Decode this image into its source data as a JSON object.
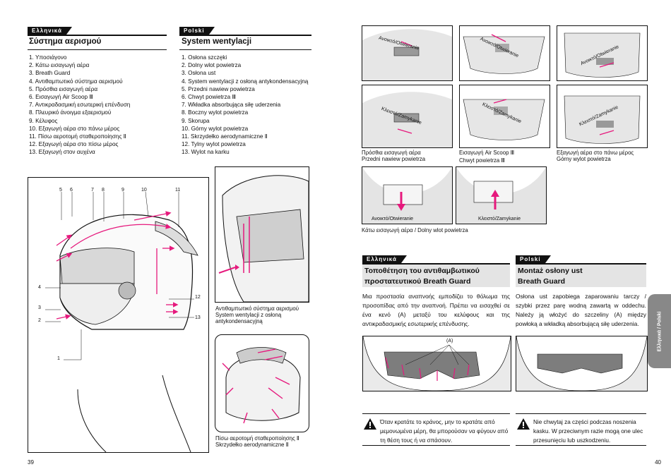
{
  "left": {
    "greek": {
      "tag": "Ελληνικά",
      "title": "Σύστημα αερισμού",
      "items": [
        "1. Υποσιάγονο",
        "2. Κάτω εισαγωγή αέρα",
        "3. Breath Guard",
        "4. Αντιθαμπωτικό σύστημα αερισμού",
        "5. Πρόσθια εισαγωγή αέρα",
        "6. Εισαγωγή Air Scoop Ⅲ",
        "7. Αντικραδασμική εσωτερική επένδυση",
        "8. Πλευρικό άνοιγμα εξαερισμού",
        "9. Κέλυφος",
        "10. Εξαγωγή αέρα στο πάνω μέρος",
        "11. Πίσω αεροτομή σταθεροποίησης Ⅱ",
        "12. Εξαγωγή αέρα στο πίσω μέρος",
        "13. Εξαγωγή στον αυχένα"
      ]
    },
    "polish": {
      "tag": "Polski",
      "title": "System wentylacji",
      "items": [
        "1. Osłona szczęki",
        "2. Dolny wlot powietrza",
        "3. Osłona ust",
        "4. System wentylacji z osłoną antykondensacyjną",
        "5. Przedni nawiew powietrza",
        "6. Chwyt powietrza Ⅲ",
        "7. Wkładka absorbująca siłę uderzenia",
        "8. Boczny wylot powietrza",
        "9. Skorupa",
        "10. Górny wylot powietrza",
        "11. Skrzydełko aerodynamiczne Ⅱ",
        "12. Tylny wylot powietrza",
        "13. Wylot na karku"
      ]
    },
    "diagram_numbers": [
      "5",
      "6",
      "7",
      "8",
      "9",
      "10",
      "11",
      "4",
      "3",
      "2",
      "1",
      "12",
      "13"
    ],
    "breath_caption": [
      "Αντιθαμπωτικό σύστημα αερισμού",
      "System wentylacji z osłoną",
      "antykondensacyjną"
    ],
    "rear_caption": [
      "Πίσω αεροτομή σταθεροποίησης Ⅱ",
      "Skrzydełko aerodynamiczne Ⅱ"
    ],
    "page_number": "39"
  },
  "right": {
    "photo_labels": {
      "open": "Ανοικτό/Otwieranie",
      "close": "Κλειστό/Zamykanie"
    },
    "captions": {
      "front": [
        "Πρόσθια εισαγωγή αέρα",
        "Przedni nawiew powietrza"
      ],
      "scoop": [
        "Εισαγωγή Air Scoop Ⅲ",
        "Chwyt powietrza Ⅲ"
      ],
      "top": [
        "Εξαγωγή αέρα στο πάνω μέρος",
        "Górny wylot powietrza"
      ],
      "lower": "Κάτω εισαγωγή αέρα / Dolny wlot powietrza"
    },
    "greek": {
      "tag": "Ελληνικά",
      "title_line1": "Τοποθέτηση του αντιθαμβωτικού",
      "title_line2": "προστατευτικού Breath Guard",
      "body": "Μια προστασία αναπνοής εμποδίζει το θόλωμα της προσοπίδας από την αναπνοή. Πρέπει να εισαχθεί σε ένα κενό (A) μεταξύ του κελύφους και της αντικραδασμικής εσωτερικής επένδυσης.",
      "warning": "Όταν κρατάτε το κράνος, μην το κρατάτε από μεμονωμένα μέρη, θα μπορούσαν να φύγουν από τη θέση τους ή να σπάσουν."
    },
    "polish": {
      "tag": "Polski",
      "title_line1": "Montaż osłony ust",
      "title_line2": "Breath Guard",
      "body": "Osłona ust zapobiega zaparowaniu tarczy / szybki przez parę wodną zawartą w oddechu. Należy ją włożyć do szczeliny (A) między powłoką a wkładką absorbującą siłę uderzenia.",
      "warning": "Nie chwytaj za części podczas noszenia kasku. W przeciwnym razie mogą one ulec przesunięciu lub uszkodzeniu."
    },
    "gap_label": "(A)",
    "side_tab": "Ελληνικά / Polski",
    "page_number": "40"
  },
  "colors": {
    "arrow": "#e6197d",
    "ink": "#111111",
    "gray": "#e4e4e4"
  }
}
